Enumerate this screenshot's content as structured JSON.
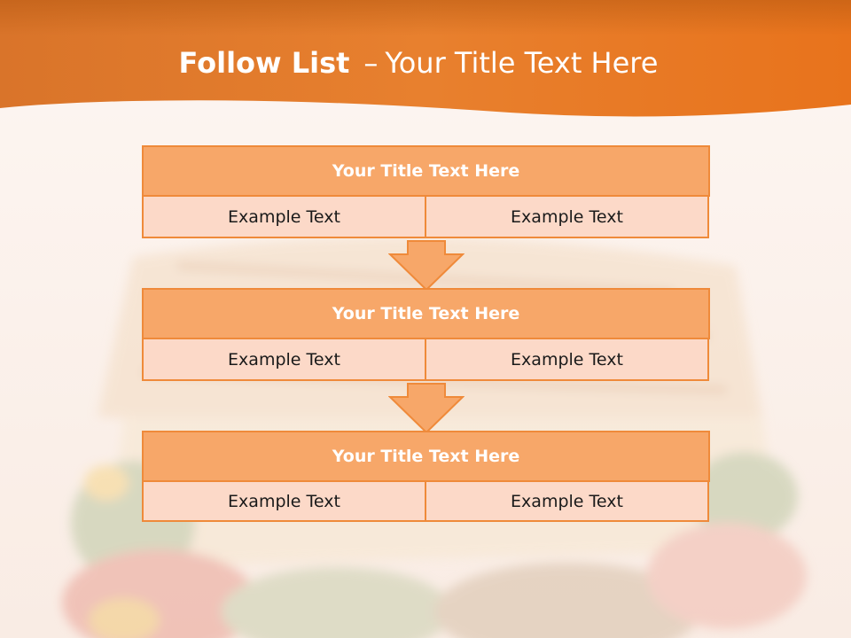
{
  "colors": {
    "header_orange": "#e8731c",
    "block_title_fill": "#f7a769",
    "block_cell_fill": "#fcd9c8",
    "border_orange": "#ef8a3a",
    "background": "#fbf1ec"
  },
  "background_image": "faded grilled sandwich photo",
  "title": {
    "bold": "Follow List",
    "dash": "–",
    "rest": "Your Title Text Here"
  },
  "blocks": [
    {
      "title": "Your Title Text Here",
      "left": "Example Text",
      "right": "Example Text"
    },
    {
      "title": "Your Title Text Here",
      "left": "Example Text",
      "right": "Example Text"
    },
    {
      "title": "Your Title Text Here",
      "left": "Example Text",
      "right": "Example Text"
    }
  ],
  "connector_icon": "down-arrow-icon"
}
